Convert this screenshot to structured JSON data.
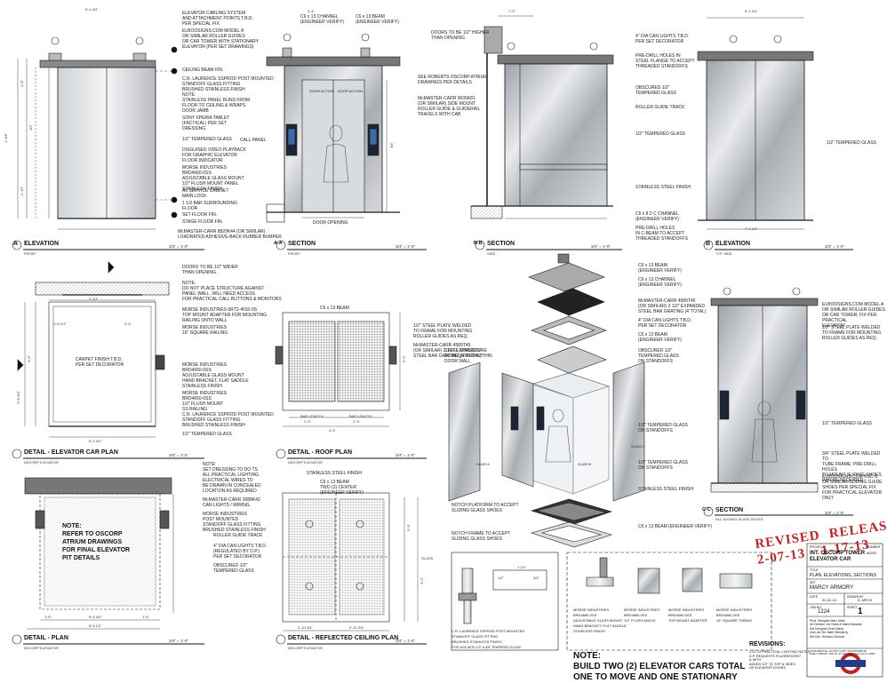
{
  "views": [
    {
      "key": "A",
      "title": "ELEVATION",
      "sub": "FRONT",
      "scale": "3/4\" = 1'-0\""
    },
    {
      "key": "A-A",
      "title": "SECTION",
      "sub": "FRONT",
      "scale": "3/4\" = 1'-0\""
    },
    {
      "key": "B-B",
      "title": "SECTION",
      "sub": "SIDE",
      "scale": "3/4\" = 1'-0\""
    },
    {
      "key": "B",
      "title": "ELEVATION",
      "sub": "TYP. SIDE",
      "scale": "3/4\" = 1'-0\""
    },
    {
      "key": "",
      "title": "DETAIL - ELEVATOR CAR PLAN",
      "sub": "DECORP ELEVATOR",
      "scale": "3/4\" = 1'-0\""
    },
    {
      "key": "",
      "title": "DETAIL - ROOF PLAN",
      "sub": "DECORP ELEVATOR",
      "scale": "3/4\" = 1'-0\""
    },
    {
      "key": "C-C",
      "title": "SECTION",
      "sub": "ALL SLIDING GLASS SHOES",
      "scale": "3/4\" = 1'-0\""
    },
    {
      "key": "",
      "title": "DETAIL - PLAN",
      "sub": "DECORP ELEVATOR",
      "scale": "3/4\" = 1'-0\""
    },
    {
      "key": "",
      "title": "DETAIL - REFLECTED CEILING PLAN",
      "sub": "DECORP ELEVATOR",
      "scale": "3/4\" = 1'-0\""
    }
  ],
  "labels": {
    "a1": "ELEVATOR CABLING SYSTEM\nAND ATTACHMENT POINTS T.B.D.\nPER SPECIAL FIX",
    "a2": "ELBOOSIGNS.COM MODEL A\nOR SIMILAR ROLLER GUIDES\nOR CAR TOWER WITH STATIONARY\nELEVATOR (PER SET DRAWINGS)",
    "a3": "CEILING BEAM FIN.",
    "a4": "C.R. LAURENCE SSPROD POST MOUNTED\nSTANDOFF GLASS FITTING\nBRUSHED STAINLESS FINISH",
    "a5": "NOTE:\nSTAINLESS PANEL RUNS FROM\nFLOOR TO CEILING & WRAPS\nDOOR JAMB",
    "a6": "SONY XPERIA TABLET\n(FACTICAL) PER SET\nDRESSING",
    "a7": "CALL PANEL",
    "a8": "1/2\" TEMPERED GLASS",
    "a9": "DISGUISED VIDEO PLAYBACK\nFOR GRAPHIC ELEVATOR\nFLOOR INDICATOR",
    "a10": "MORSE INDUSTRIES\nBRD4660-0SS\nADJUSTABLE GLASS MOUNT\n1/2\" FLUSH MOUNT PANEL\nSTAINLESS FINISH",
    "a11": "A6 SERVICE CABINET\nMAIN LOCK",
    "a12": "1 1/2 BAR SURROUNDING\nFLOOR",
    "a13": "SET FLOOR FIN.",
    "a14": "STAGE FLOOR FIN.",
    "a15": "C6 x 13 CHANNEL\n(ENGINEER VERIFY)",
    "a16": "C6 x 13 BEAM\n(ENGINEER VERIFY)",
    "a17": "DOOR OPENING",
    "a18": "McMASTER-CARR 8820K44 (OR SIMILAR)\nLOADRATED ADHESIVE-BACK RUBBER BUMPER",
    "a19": "DOOR ACTION",
    "b1": "DOORS TO BE 1/2\" HIGHER\nTHAN OPENING",
    "b2": "SEE ROBERTS OSCORP ATRIUM\nDRAWINGS PER DETAILS",
    "b3": "McMASTER-CARR 9635K81\n(OR SIMILAR) SIDE MOUNT\nROLLER GUIDE & GUIDERAIL\nTRAVELS WITH CAB",
    "b4": "4\" DIA CAN LIGHTS T.B.D.\nPER SET DECORATOR",
    "b5": "PRE-DRILL HOLES IN\nSTEEL FLANGE TO ACCEPT\nTHREADED STANDOFFS",
    "b6": "OBSCURED 1/2\"\nTEMPERED GLASS",
    "b7": "ROLLER GUIDE TRACK",
    "b8": "1/2\" TEMPERED GLASS",
    "b9": "STAINLESS STEEL FINISH",
    "b10": "C6 x 8.2 C CHANNEL\n(ENGINEER VERIFY)",
    "b11": "PRE-DRILL HOLES\nIN C-BEAM TO ACCEPT\nTHREADED STANDOFFS",
    "c1": "1/2\" TEMPERED GLASS",
    "p1": "DOORS TO BE 1/2\" WIDER\nTHAN OPENING",
    "p2": "NOTE:\nDO NOT PLACE STRUCTURE AGAINST\nPANEL WALL. WILL NEED ACCESS\nFOR PRACTICAL CALL BUTTONS & MONITORS",
    "p3": "MORSE INDUSTRIES 6RT2-4010-0S\nTOP MOUNT ADAPTER FOR MOUNTING\nRAILING ONTO WALL",
    "p4": "MORSE INDUSTRIES\n16\" SQUARE RAILING",
    "p5": "CARPET FINISH T.B.D.\nPER SET DECORATOR",
    "p6": "MORSE INDUSTRIES\nBRD4660-0SS\nADJUSTABLE GLASS MOUNT\nHAND BRACKET, FLAT SADDLE\nSTAINLESS FINISH",
    "p7": "MORSE INDUSTRIES\nBRD4660-0SS\n1/2\" FLUSH MOUNT\nSS RAILING",
    "p8": "C.R. LAURENCE SSPROD POST MOUNTED\nSTANDOFF GLASS FITTING\nBRUSHED STAINLESS FINISH",
    "p9": "1/2\" TEMPERED GLASS",
    "r1": "C6 x 13 BEAM",
    "r2": "1/2\" STEEL PLATE WELDED\nTO FRAME FOR MOUNTING\nROLLER GUIDES AS REQ.",
    "r3": "McMASTER-CARR 4589T45\n(OR SIMILAR) 2 1/2\" EXPANDED\nSTEEL BAR GRATING (4' TOTAL)",
    "r4": "BAR LENGTH",
    "e1": "C6 x 13 BEAM\n(ENGINEER VERIFY)",
    "e2": "C6 x 13 CHANNEL\n(ENGINEER VERIFY)",
    "e3": "McMASTER-CARR 4589T45\n(OR SIMILAR) 2 1/2\" EXPANDED\nSTEEL BAR GRATING (4' TOTAL)",
    "e4": "4\" DIA CAN LIGHTS T.B.D.\nPER SET DECORATOR",
    "e5": "C6 x 13 BEAM\n(ENGINEER VERIFY)",
    "e6": "STEEL STRUCTURE\nAS REQUIRED WITHIN\nDOOR WALL",
    "e7": "OBSCURED 1/2\"\nTEMPERED GLASS\nON STANDOFFS",
    "e8": "1/2\" TEMPERED GLASS\nON STANDOFFS",
    "e9": "1/2\" TEMPERED GLASS\nON STANDOFFS",
    "e10": "STAINLESS STEEL FINISH",
    "e11": "NOTCH PLATFORM TO ACCEPT\nSLIDING GLASS SHOES",
    "e12": "C6 x 13 BEAM (ENGINEER VERIFY)",
    "e13": "NOTCH FRAME TO ACCEPT\nSLIDING GLASS SHOES",
    "s1": "ELBOOSIGNS.COM MODEL A\nOR SIMILAR ROLLER GUIDES\nOR CAR TOWER; FIX PER PRACTICAL\nELEVATOR",
    "s2": "1/2\" STEEL PLATE WELDED\nTO FRAME FOR MOUNTING\nROLLER GUIDES AS REQ.",
    "s3": "1/2\" TEMPERED GLASS",
    "s4": "3/4\" STEEL PLATE WELDED TO\nTUBE FRAME; PRE-DRILL HOLES\nTO MOUNT SLIDING SHOES\nWHERE REQUIRED",
    "s5": "ELBOOSIGNS.COM KSC-S\nOR SIMILAR SLIDING GUIDE\nSHOES PER SPECIAL FIX\nFOR PRACTICAL ELEVATOR ONLY",
    "d1": "NOTE:\nREFER TO OSCORP\nATRIUM DRAWINGS\nFOR FINAL ELEVATOR\nPIT DETAILS",
    "f1": "NOTE:\nSET DRESSING TO DO TS\nALL PRACTICAL LIGHTING\nELECTRICAL WIRES TO\nBE DRAWN IN CONCEALED\nLOCATION AS REQUIRED",
    "f2": "McMASTER-CARR 3088K42\nCAN LIGHTS / WIRING",
    "f3": "MORSE INDUSTRIES\nPOST MOUNTED\nSTANDOFF GLASS FITTING\nBRUSHED STAINLESS FINISH",
    "f4": "STAINLESS STEEL FINISH",
    "f5": "C6 x 13 BEAM\nTWO (2) CENTER\n(ENGINEER VERIFY)",
    "f6": "ROLLER GUIDE TRACK",
    "f7": "4\" DIA CAN LIGHTS T.B.D.\n(REGULATED BY D.P.)\nPER SET DECORATOR",
    "f8": "OBSCURED 1/2\"\nTEMPERED GLASS",
    "f9": "GLASS",
    "h1": "C.R. LAURENCE SSPROD POST MOUNTED\nSTANDOFF GLASS FITTING\nBRUSHED STAINLESS FINISH",
    "h2": "*FOR USE WITH 1/2\" & 5/8\" TEMPERED GLASS*",
    "h3": "MORSE INDUSTRIES\nBRD4660-0SS\nADJUSTABLE GLASS MOUNT\nHAND BRACKET, FLAT SADDLE\nSTAINLESS FINISH",
    "h4": "MORSE INDUSTRIES\nBRD4660-0SS\n1/2\" FLUSH ANGLE",
    "h5": "MORSE INDUSTRIES\nBRD4660-0SS\nTOP MOUNT ADAPTER",
    "h6": "MORSE INDUSTRIES\nBRD4660-0SS\n16\" SQUARE TUBING"
  },
  "glass_labels": [
    "GLASS A",
    "GLASS B",
    "GLASS C"
  ],
  "dims": {
    "w1": "5'-4 3/4\"",
    "w2": "3'-4\"",
    "w3": "7'-0\"",
    "w4": "5'-1 3/4\"",
    "w5": "7'-1 1/2\"",
    "h1": "1 1/4\"",
    "h2": "1/2\"",
    "h3": "3/4\"",
    "h4": "1'-8\"",
    "h5": "1'-10\"",
    "p1": "2'-10\"",
    "p2": "4'-0\"",
    "p3": "5'-6 3/4\"",
    "p4": "2'-4\"",
    "p5": "6'-0 3/4\"",
    "p6": "1'-6 1/4\"",
    "r1": "2'-0\"",
    "r2": "2'-0\"",
    "r3": "4'-0\"",
    "r4": "5'-0\"",
    "d1": "1'-6\"",
    "d2": "5'-4 3/4\"",
    "d3": "1'-6\"",
    "d4": "8'-5 1/2\"",
    "f1": "2'-10 3/4\"",
    "f2": "2'-10 3/4\"",
    "f3": "5'-3\"",
    "f4": "3'-0\"",
    "f5": "5'-3\""
  },
  "notes": {
    "build": "NOTE:\nBUILD TWO (2) ELEVATOR CARS TOTAL\nONE TO MOVE AND ONE STATIONARY"
  },
  "stamp": {
    "revised": "REVISED",
    "revised_date": "2-07-13",
    "released": "RELEASED",
    "released_date": "1-17-13"
  },
  "revisions": {
    "title": "REVISIONS:",
    "items": [
      "2-07-13  PRACTICAL LIGHTING NOTES\nD.P. REQUESTS FLUORESCENT\n& WITH\nADDED 1/2\" TO TOP & SIDES\nOF ELEVATOR DOORS"
    ]
  },
  "title_block": {
    "project_label": "PROJECT",
    "project": "INT. OSCORP TOWER\nELEVATOR CAR",
    "sheet_label": "TITLE",
    "sheet_title": "PLAN, ELEVATIONS, SECTIONS",
    "set_label": "SET",
    "set": "MARCY ARMORY",
    "date_label": "DATE",
    "date": "01-02-13",
    "scale_label": "SCALE",
    "scale": "AS NOTED",
    "drawn_label": "DRAWN BY",
    "drawn": "K. MECK",
    "job_label": "JOB NO.",
    "job": "1224",
    "sheet_no_label": "SHEET",
    "sheet_no": "1",
    "code_label": "NUMBER",
    "code": "#0202",
    "credits": "Prod. Designer  Marc Mahl\nArt Director  Joe Hand & Mark Edwards\nSet Designer  Kevin Meck\nAsst. Art Dir.  Mark Steinberg\nSet Dec.  Richard Johnson",
    "confidential": "CONFIDENTIAL: DO NOT COPY OR DISTRIBUTE",
    "address": "MARCY ARMORY, 1000 No. ST. Washington, New York NY 00000"
  },
  "colors": {
    "line": "#1a1a1a",
    "stamp": "#c81e1e",
    "logo_ring": "#c81e1e",
    "logo_bar": "#1f3c8f",
    "steel": "#b8bcc0"
  }
}
